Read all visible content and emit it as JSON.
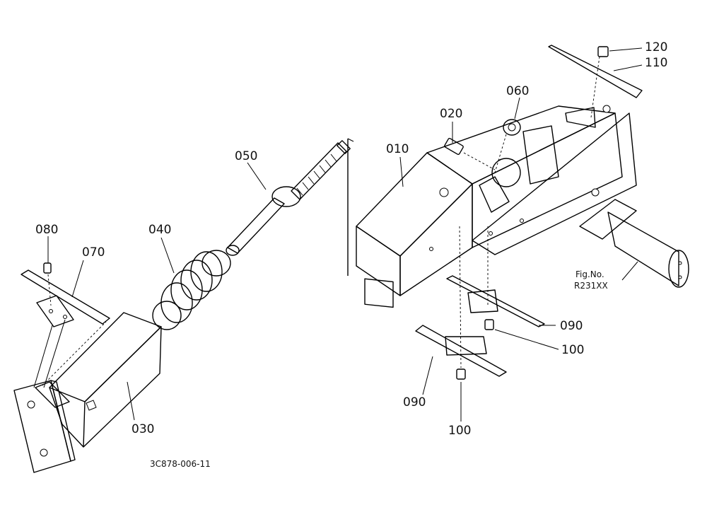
{
  "diagram": {
    "callouts": {
      "c010": "010",
      "c020": "020",
      "c030": "030",
      "c040": "040",
      "c050": "050",
      "c060": "060",
      "c070": "070",
      "c080": "080",
      "c090a": "090",
      "c090b": "090",
      "c100a": "100",
      "c100b": "100",
      "c110": "110",
      "c120": "120"
    },
    "figure_reference": {
      "line1": "Fig.No.",
      "line2": "R231XX"
    },
    "drawing_number": "3C878-006-11"
  }
}
